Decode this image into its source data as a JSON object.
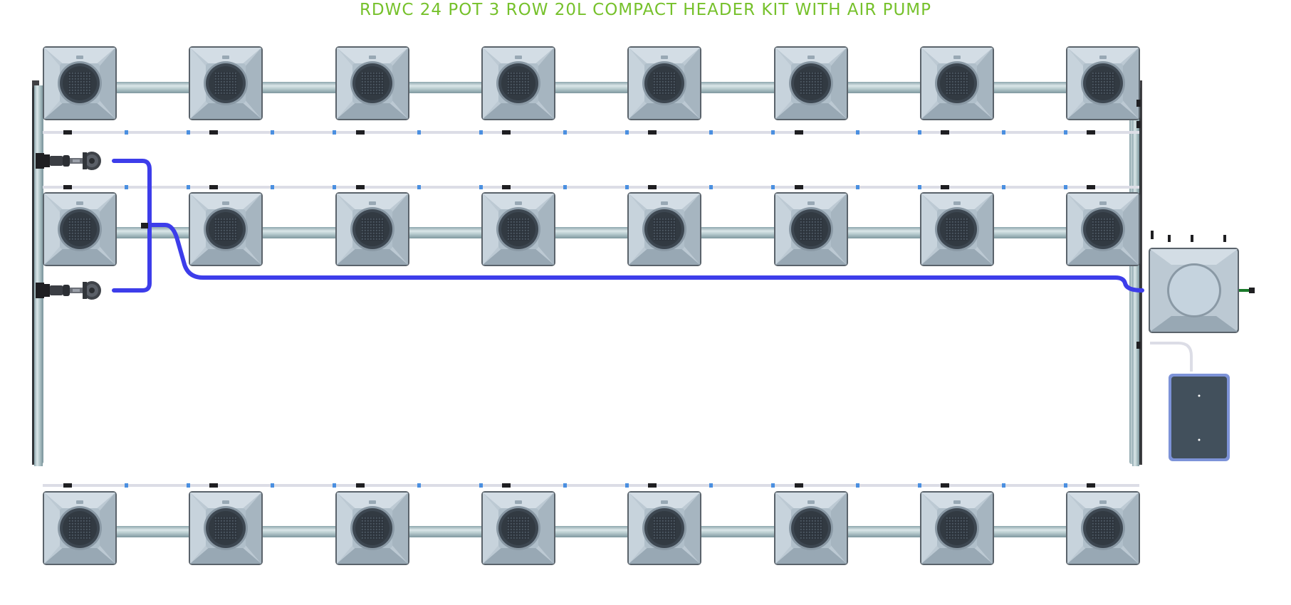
{
  "title": "RDWC 24 POT 3 ROW 20L COMPACT HEADER KIT WITH AIR PUMP",
  "layout": {
    "rows": [
      {
        "name": "top-row",
        "pot_count": 8
      },
      {
        "name": "middle-row",
        "pot_count": 8
      },
      {
        "name": "bottom-row",
        "pot_count": 8
      }
    ],
    "total_pots": 24,
    "pot_size": "20L",
    "components": [
      "pots",
      "pipes",
      "air-lines",
      "water-pumps",
      "header-tank",
      "air-pump"
    ]
  },
  "colors": {
    "title": "#76c12b",
    "pot_body": "#b9c6d0",
    "pot_dark": "#3e4852",
    "pipe": "#a9bfc3",
    "water_line": "#3d3dea",
    "air_line": "#dcdde6",
    "air_pump": "#42505c",
    "air_pump_border": "#7d93d8"
  }
}
